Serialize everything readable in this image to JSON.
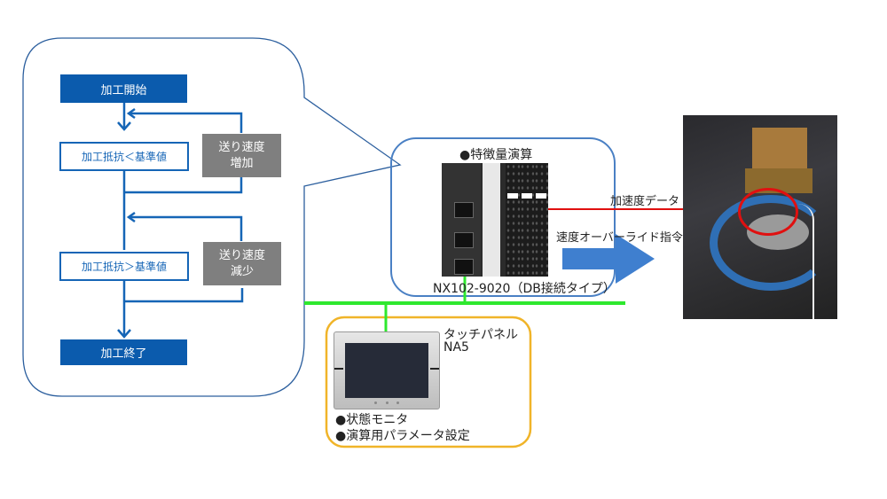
{
  "flowchart": {
    "start": "加工開始",
    "condition_low": "加工抵抗＜基準値",
    "action_increase": [
      "送り速度",
      "増加"
    ],
    "condition_high": "加工抵抗＞基準値",
    "action_decrease": [
      "送り速度",
      "減少"
    ],
    "end": "加工終了"
  },
  "controller": {
    "feature_label": "●特徴量演算",
    "model_label": "NX102-9020（DB接続タイプ）"
  },
  "signals": {
    "acceleration_data": "加速度データ",
    "speed_override": "速度オーバーライド指令"
  },
  "touch_panel": {
    "title_line1": "タッチパネル",
    "title_line2": "NA5",
    "features": [
      "●状態モニタ",
      "●演算用パラメータ設定"
    ]
  },
  "colors": {
    "flow_blue": "#0b5bad",
    "gray_box": "#7f7f7f",
    "network_green": "#2ee82e",
    "panel_yellow": "#f0b429",
    "signal_red": "#e01010",
    "arrow_blue": "#3f7fcf"
  }
}
